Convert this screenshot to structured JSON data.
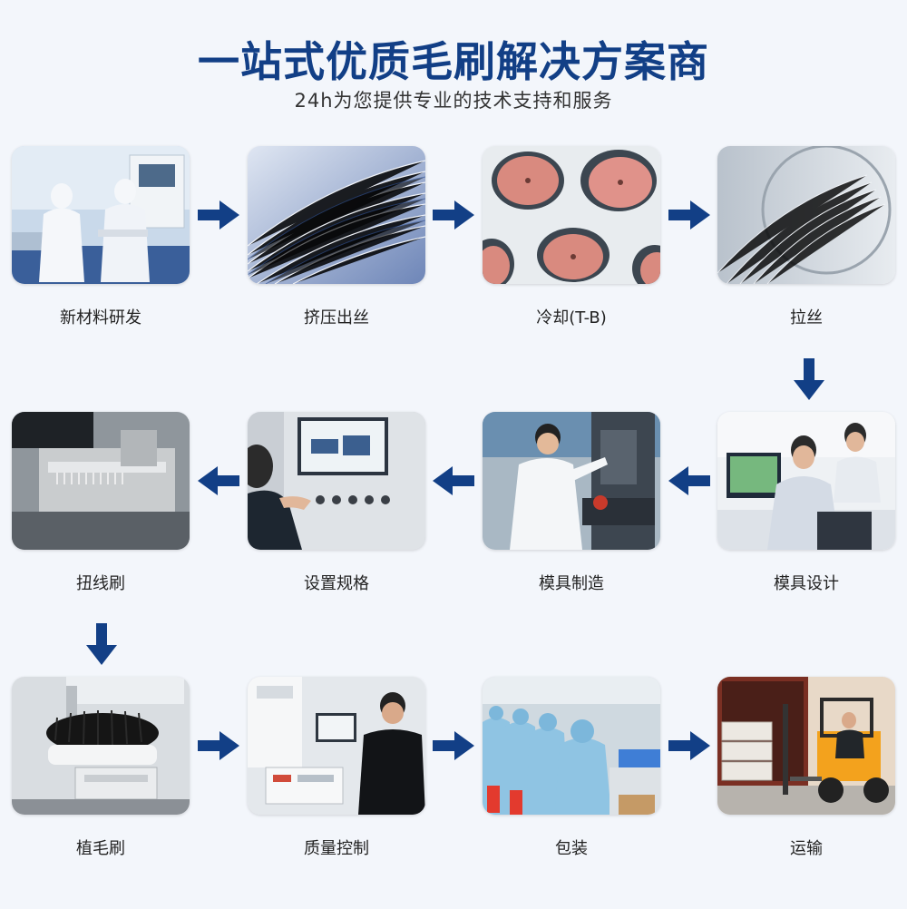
{
  "header": {
    "title": "一站式优质毛刷解决方案商",
    "subtitle": "24h为您提供专业的技术支持和服务"
  },
  "colors": {
    "title": "#123f86",
    "arrow": "#123f86",
    "background": "#f3f6fb"
  },
  "steps": [
    {
      "label": "新材料研发"
    },
    {
      "label": "挤压出丝"
    },
    {
      "label": "冷却(T-B)"
    },
    {
      "label": "拉丝"
    },
    {
      "label": "模具设计"
    },
    {
      "label": "模具制造"
    },
    {
      "label": "设置规格"
    },
    {
      "label": "扭线刷"
    },
    {
      "label": "植毛刷"
    },
    {
      "label": "质量控制"
    },
    {
      "label": "包装"
    },
    {
      "label": "运输"
    }
  ]
}
